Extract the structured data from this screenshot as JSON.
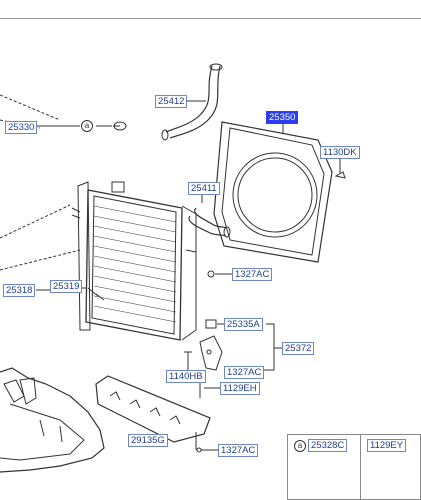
{
  "labels": {
    "p25412": "25412",
    "p25330": "25330",
    "p25350": "25350",
    "p1130dk": "1130DK",
    "p25411": "25411",
    "p1327ac_a": "1327AC",
    "p25318": "25318",
    "p25319": "25319",
    "p25335a": "25335A",
    "p25372": "25372",
    "p1327ac_b": "1327AC",
    "p1140hb": "1140HB",
    "p1129eh": "1129EH",
    "p29135g": "29135G",
    "p1327ac_c": "1327AC"
  },
  "callout_letter": "a",
  "legend": {
    "letter": "a",
    "part_a": "25328C",
    "part_b": "1129EY"
  },
  "colors": {
    "highlight": "#2a3df0",
    "label_text": "#1f3f8f",
    "label_border": "#6f86c4",
    "line": "#333333"
  }
}
